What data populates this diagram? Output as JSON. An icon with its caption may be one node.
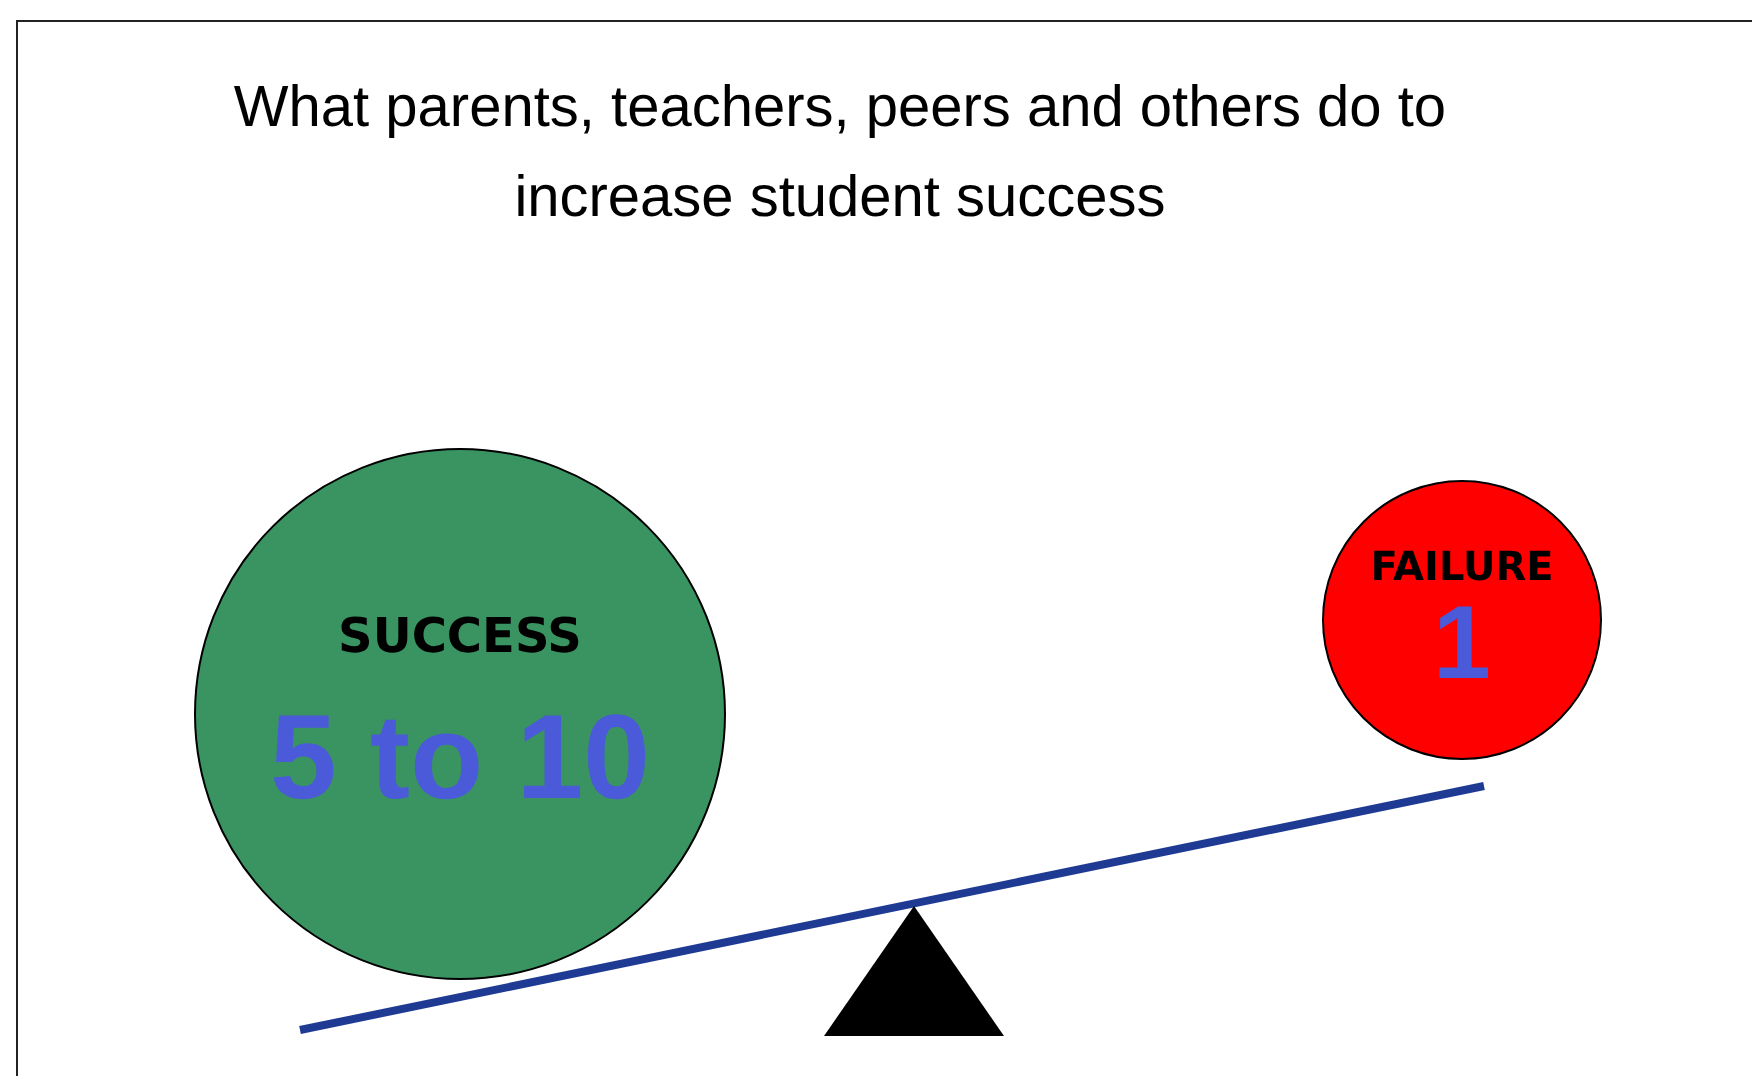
{
  "diagram": {
    "title": "What parents, teachers, peers and others do to increase student success",
    "nodes": [
      {
        "text": [
          "SUCCESS",
          "5 to 10"
        ]
      },
      {
        "text": [
          "FAILURE",
          "1"
        ]
      }
    ]
  }
}
